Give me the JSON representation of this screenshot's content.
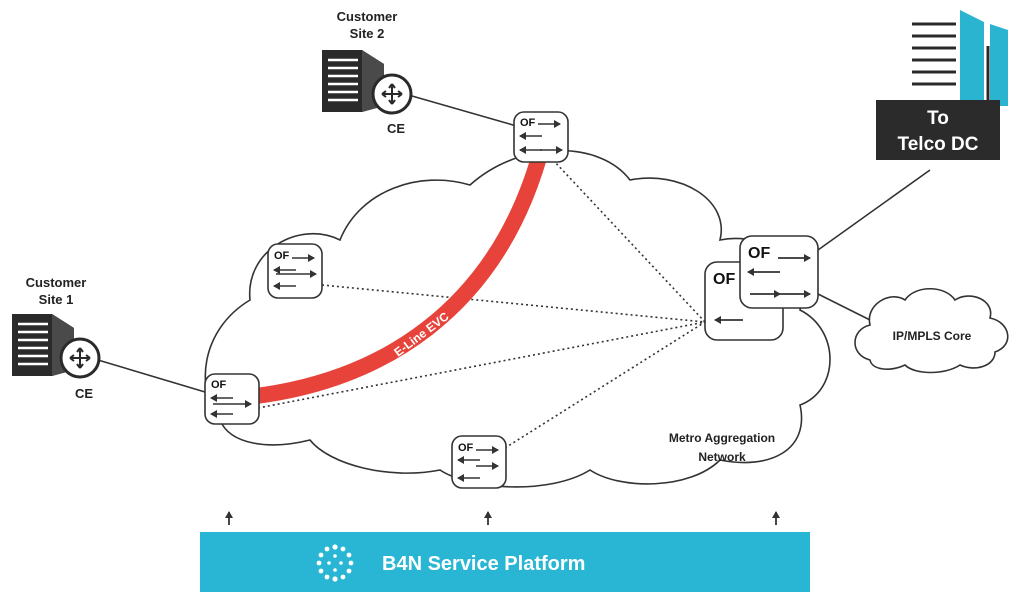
{
  "colors": {
    "line": "#333333",
    "evc": "#e8433a",
    "platform": "#29b6d4",
    "dc_box": "#2b2b2b",
    "dc_building": "#2ab4d0"
  },
  "labels": {
    "customer_site_1_line1": "Customer",
    "customer_site_1_line2": "Site 1",
    "customer_site_2_line1": "Customer",
    "customer_site_2_line2": "Site 2",
    "ce_1": "CE",
    "ce_2": "CE",
    "telco_dc_line1": "To",
    "telco_dc_line2": "Telco DC",
    "ip_mpls_core": "IP/MPLS Core",
    "metro_line1": "Metro Aggregation",
    "metro_line2": "Network",
    "evc": "E-Line EVC",
    "platform": "B4N Service Platform"
  },
  "switches": [
    {
      "name": "of-switch-top",
      "label": "OF"
    },
    {
      "name": "of-switch-left-upper",
      "label": "OF"
    },
    {
      "name": "of-switch-left-lower",
      "label": "OF"
    },
    {
      "name": "of-switch-bottom",
      "label": "OF"
    },
    {
      "name": "of-switch-right-back",
      "label": "OF"
    },
    {
      "name": "of-switch-right-front",
      "label": "OF"
    }
  ],
  "icons": {
    "building": "building-icon",
    "router": "router-icon",
    "switch": "openflow-switch-icon",
    "logo": "b4n-logo-icon",
    "arrow": "arrow-up-icon"
  }
}
